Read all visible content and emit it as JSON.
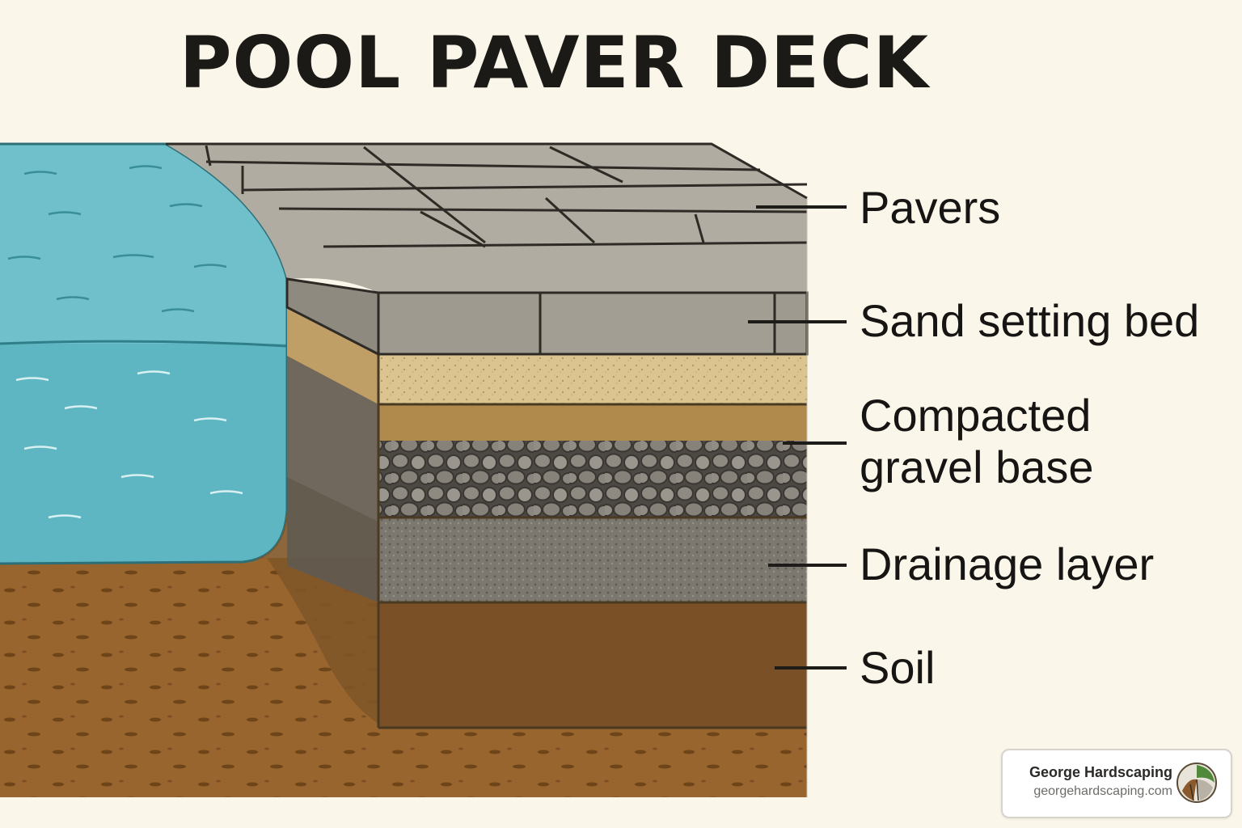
{
  "title": "POOL PAVER DECK",
  "layers": [
    {
      "label": "Pavers"
    },
    {
      "label": "Sand setting bed"
    },
    {
      "label": "Compacted\ngravel base"
    },
    {
      "label": "Drainage layer"
    },
    {
      "label": "Soil"
    }
  ],
  "brand": {
    "name": "George Hardscaping",
    "url": "georgehardscaping.com"
  },
  "colors": {
    "background": "#fbf6ea",
    "water": "#5fb9c4",
    "pavers": "#a9a397",
    "sand": "#dcc28c",
    "gravel": "#8c887f",
    "drainage": "#7b776f",
    "soil": "#9c6a35"
  }
}
